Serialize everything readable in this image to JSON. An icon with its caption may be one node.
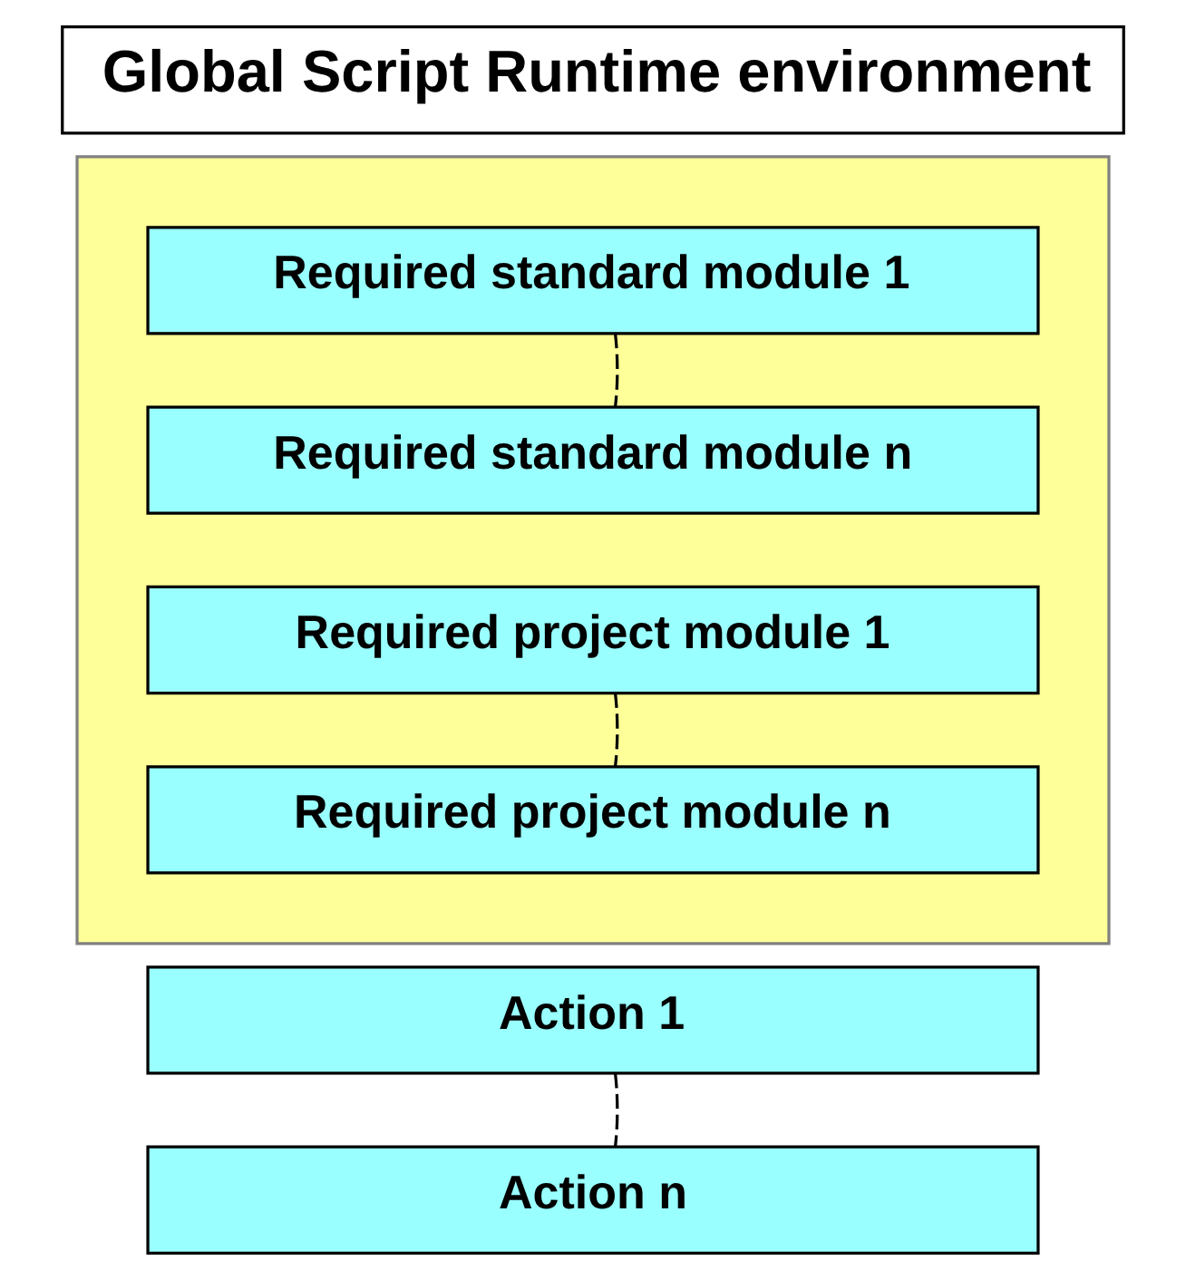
{
  "diagram": {
    "nodes": [
      {
        "text": [
          "Global Script Runtime environment"
        ]
      },
      {
        "text": [],
        "shape": "box"
      },
      {
        "text": [
          "Required standard module 1"
        ],
        "in": 1
      },
      {
        "text": [
          "Required standard module n"
        ],
        "in": 1
      },
      {
        "text": [
          "Required project module 1"
        ],
        "in": 1
      },
      {
        "text": [
          "Required project module n"
        ],
        "in": 1
      },
      {
        "text": [
          "Action 1"
        ]
      },
      {
        "text": [
          "Action n"
        ]
      }
    ],
    "edges": [
      {
        "from": 2,
        "to": 3,
        "arrow": "none",
        "style": "dashed"
      },
      {
        "from": 4,
        "to": 5,
        "arrow": "none",
        "style": "dashed"
      },
      {
        "from": 6,
        "to": 7,
        "arrow": "none",
        "style": "dashed"
      }
    ]
  }
}
